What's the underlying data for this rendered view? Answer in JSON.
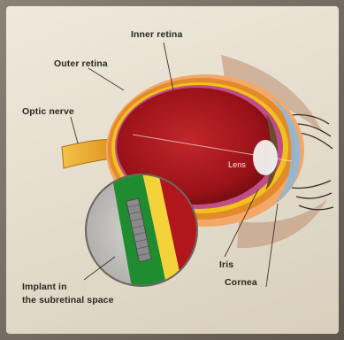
{
  "labels": {
    "inner_retina": "Inner retina",
    "outer_retina": "Outer retina",
    "optic_nerve": "Optic nerve",
    "lens": "Lens",
    "iris": "Iris",
    "cornea": "Cornea",
    "implant_line1": "Implant in",
    "implant_line2": "the subretinal space"
  },
  "colors": {
    "eyeball_red": "#a1141a",
    "sclera_orange": "#e48a2c",
    "retina_yellow": "#f1c21c",
    "implant_green": "#1f8d2f",
    "implant_yellow": "#f4d23a",
    "cornea_blue": "#8fb7d6",
    "nerve_yellow": "#e7a81a"
  }
}
